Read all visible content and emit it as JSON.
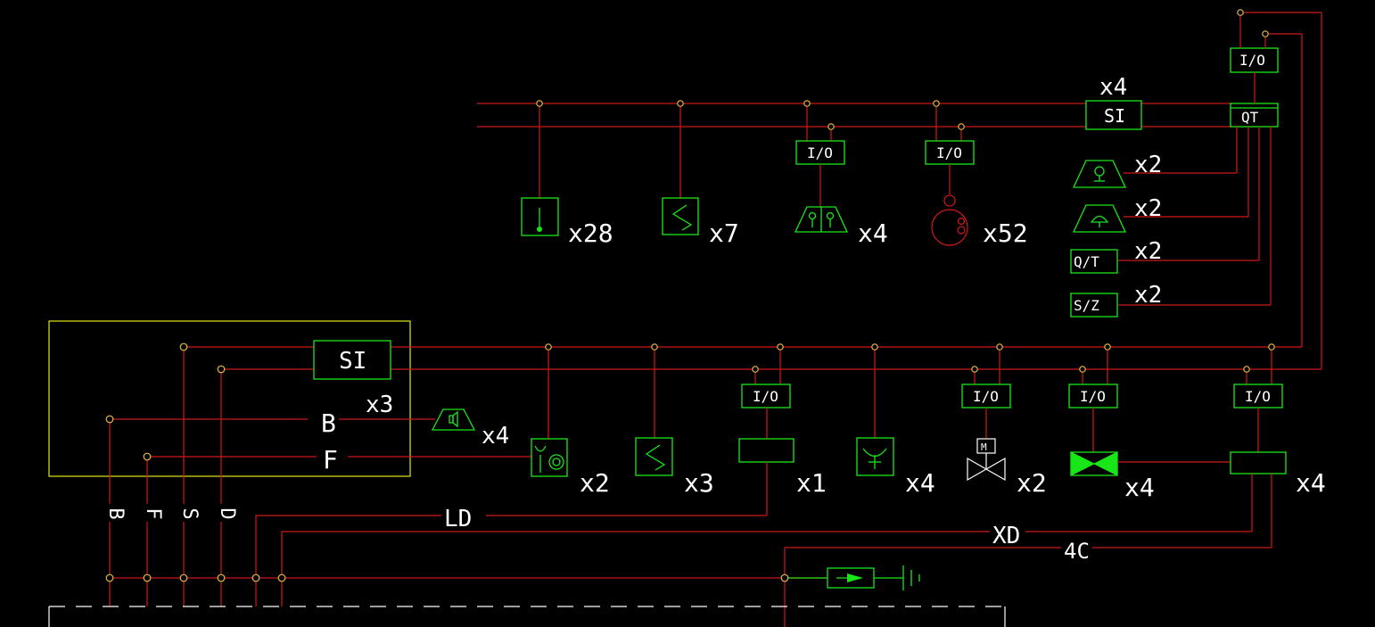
{
  "labels": {
    "io": "I/O",
    "si": "SI",
    "qt": "QT",
    "qt_slash": "Q/T",
    "sz": "S/Z",
    "b": "B",
    "f": "F",
    "ld": "LD",
    "xd": "XD",
    "lc": "4C"
  },
  "multipliers": {
    "m28": "x28",
    "m7": "x7",
    "m4a": "x4",
    "m52": "x52",
    "si_top": "x4",
    "m2a": "x2",
    "m2b": "x2",
    "m2c": "x2",
    "m2d": "x2",
    "m3_bus": "x3",
    "m4_spk": "x4",
    "m2e": "x2",
    "m3": "x3",
    "m1": "x1",
    "m4b": "x4",
    "m2f": "x2",
    "m4c": "x4",
    "m4d": "x4"
  },
  "vertical_labels": [
    "B",
    "F",
    "S",
    "D"
  ],
  "colors": {
    "wire": "#d01818",
    "device": "#19e619",
    "frame": "#e6e619",
    "node": "#e6b84a",
    "text": "#ffffff"
  }
}
